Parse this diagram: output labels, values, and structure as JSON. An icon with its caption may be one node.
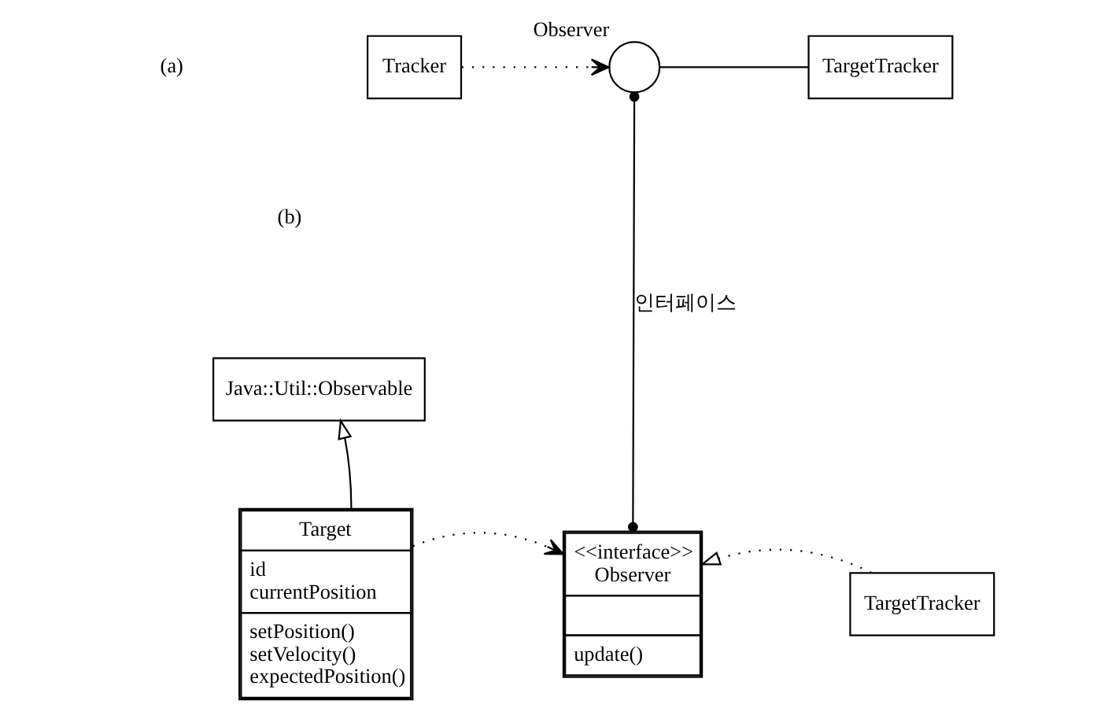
{
  "diagram": {
    "nodes": [
      {
        "text": [
          "Tracker"
        ]
      },
      {
        "text": [
          "Observer"
        ]
      },
      {
        "text": [
          "TargetTracker"
        ]
      },
      {
        "text": [
          "Java::Util::Observable"
        ]
      },
      {
        "text": [
          "Target",
          "id",
          "currentPosition",
          "setPosition()",
          "setVelocity()",
          "expectedPosition()"
        ]
      },
      {
        "text": [
          "<<interface>>",
          "Observer",
          "update()"
        ]
      },
      {
        "text": [
          "TargetTracker"
        ]
      }
    ],
    "edges": [
      {
        "from": 0,
        "to": 1,
        "arrow": "to",
        "style": "dashed"
      },
      {
        "from": 1,
        "to": 2,
        "arrow": "none"
      },
      {
        "from": 4,
        "to": 3,
        "arrow": "to"
      },
      {
        "from": 4,
        "to": 5,
        "arrow": "to",
        "style": "dashed"
      },
      {
        "from": 6,
        "to": 5,
        "arrow": "to",
        "style": "dashed"
      },
      {
        "from": 1,
        "to": 5,
        "arrow": "other",
        "label": "인터페이스"
      }
    ],
    "labels": [
      "(a)",
      "(b)"
    ]
  }
}
